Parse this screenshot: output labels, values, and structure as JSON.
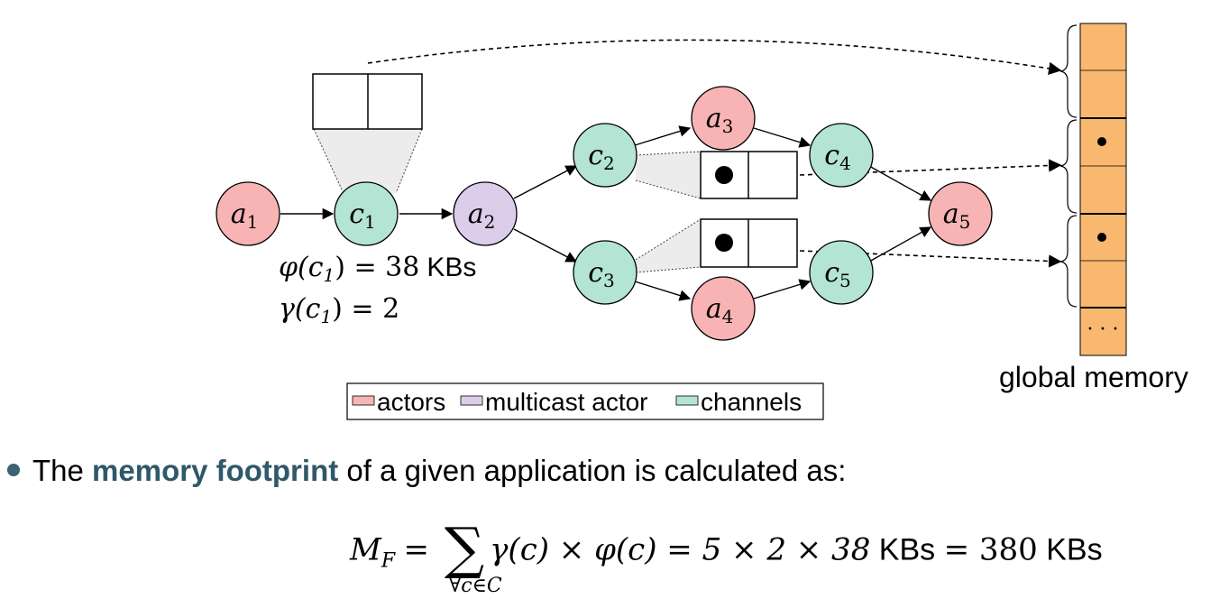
{
  "nodes": {
    "a1": {
      "base": "a",
      "sub": "1"
    },
    "c1": {
      "base": "c",
      "sub": "1"
    },
    "a2": {
      "base": "a",
      "sub": "2"
    },
    "c2": {
      "base": "c",
      "sub": "2"
    },
    "c3": {
      "base": "c",
      "sub": "3"
    },
    "a3": {
      "base": "a",
      "sub": "3"
    },
    "a4": {
      "base": "a",
      "sub": "4"
    },
    "c4": {
      "base": "c",
      "sub": "4"
    },
    "c5": {
      "base": "c",
      "sub": "5"
    },
    "a5": {
      "base": "a",
      "sub": "5"
    }
  },
  "colors": {
    "actor": "#f8b4b4",
    "multicast_actor": "#dccdeb",
    "channel": "#b4e4d4",
    "memory": "#f8b870",
    "accent": "#2f5868"
  },
  "annotation": {
    "phi_lhs": "φ(c",
    "phi_sub": "1",
    "phi_rhs": ") = 38",
    "phi_unit": "KBs",
    "gamma_lhs": "γ(c",
    "gamma_sub": "1",
    "gamma_rhs": ") = 2"
  },
  "legend": {
    "actors": "actors",
    "multicast": "multicast actor",
    "channels": "channels"
  },
  "memory": {
    "label": "global memory",
    "ellipsis": "· · ·"
  },
  "bullet": {
    "pre": "The ",
    "highlight": "memory footprint",
    "post": " of a given application is calculated as:"
  },
  "formula": {
    "lhs": "M",
    "lhs_sub": "F",
    "part1": "γ(c) × φ(c) = 5 × 2 × 38",
    "unit1": "KBs",
    "part2": "= 380",
    "unit2": "KBs",
    "under": "∀c∈C"
  }
}
